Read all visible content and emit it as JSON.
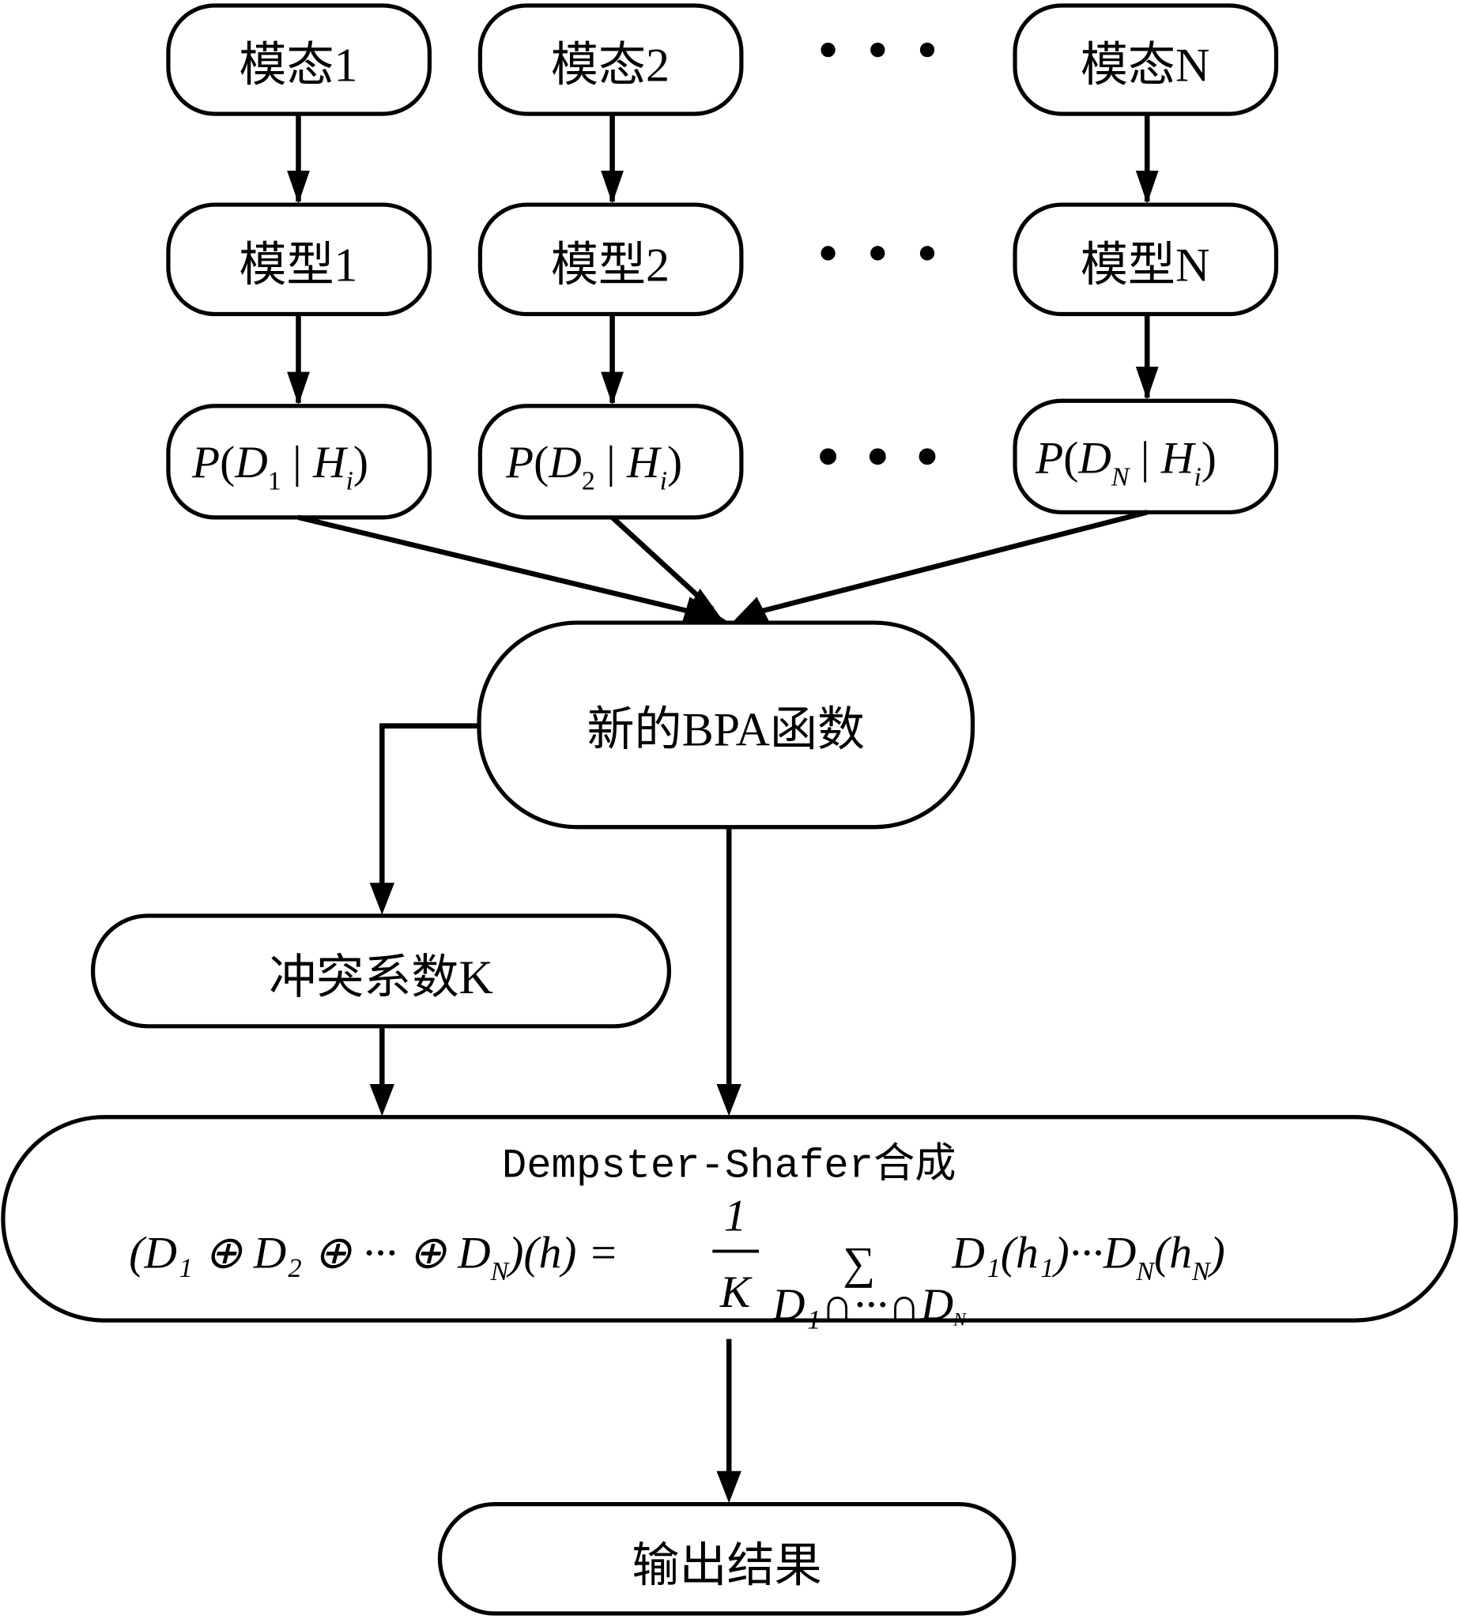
{
  "diagram": {
    "columns": [
      {
        "modality": "模态1",
        "model": "模型1",
        "likelihood": {
          "P": "P",
          "D": "D",
          "sub": "1",
          "H": "H",
          "i": "i"
        }
      },
      {
        "modality": "模态2",
        "model": "模型2",
        "likelihood": {
          "P": "P",
          "D": "D",
          "sub": "2",
          "H": "H",
          "i": "i"
        }
      },
      {
        "modality": "模态N",
        "model": "模型N",
        "likelihood": {
          "P": "P",
          "D": "D",
          "sub": "N",
          "H": "H",
          "i": "i"
        }
      }
    ],
    "ellipsis": "• • •",
    "bpa_node": "新的BPA函数",
    "conflict_node": "冲突系数K",
    "ds_node": {
      "title": "Dempster-Shafer合成",
      "formula_lhs": "(D₁ ⊕ D₂ ⊕ ··· ⊕ D",
      "formula_lhs_sub": "N",
      "formula_lhs_tail": ")(h) =",
      "frac_num": "1",
      "frac_den": "K",
      "sum": "∑",
      "sum_sub": "D₁∩···∩D",
      "sum_sub_n": "N",
      "formula_rhs": "D₁(h₁)···D",
      "formula_rhs_sub": "N",
      "formula_rhs_tail1": "(h",
      "formula_rhs_tail_sub": "N",
      "formula_rhs_tail2": ")"
    },
    "output_node": "输出结果"
  }
}
